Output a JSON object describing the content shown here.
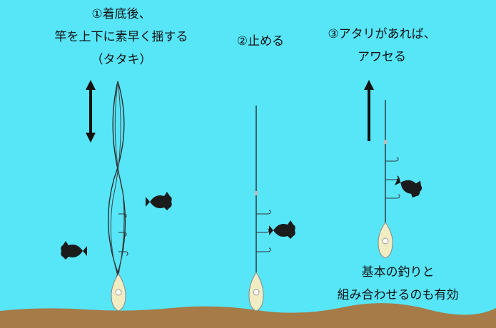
{
  "steps": [
    {
      "line1": "①着底後、",
      "line2": "竿を上下に素早く揺する",
      "line3": "（タタキ）"
    },
    {
      "line1": "②止める"
    },
    {
      "line1": "③アタリがあれば、",
      "line2": "アワセる"
    }
  ],
  "note": {
    "line1": "基本の釣りと",
    "line2": "組み合わせるのも有効"
  },
  "colors": {
    "water": "#57e5f8",
    "seabed": "#a67b47",
    "lure": "#f1ecc2",
    "fish": "#1b1b1b",
    "line": "#222222"
  }
}
